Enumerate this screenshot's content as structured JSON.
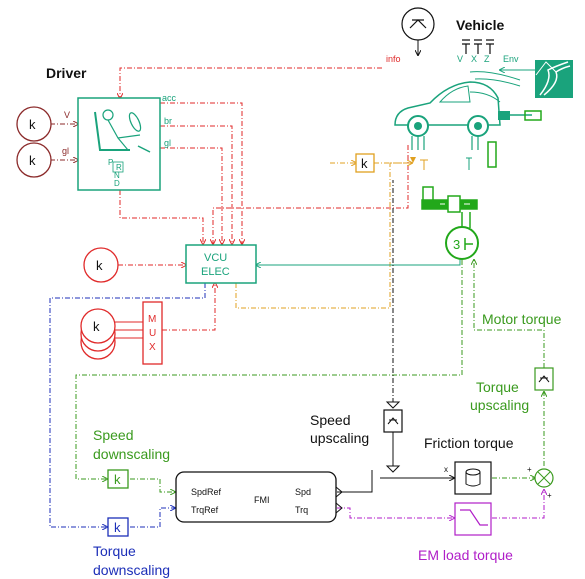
{
  "labels": {
    "driver": "Driver",
    "vehicle": "Vehicle",
    "info": "info",
    "env": "Env",
    "vehicle_ports": [
      "V",
      "X",
      "Z"
    ],
    "motor_torque": "Motor torque",
    "torque_upscaling": [
      "Torque",
      "upscaling"
    ],
    "speed_upscaling": [
      "Speed",
      "upscaling"
    ],
    "friction_torque": "Friction torque",
    "speed_downscaling": [
      "Speed",
      "downscaling"
    ],
    "torque_downscaling": [
      "Torque",
      "downscaling"
    ],
    "em_load_torque": "EM load torque",
    "vcu": [
      "VCU",
      "ELEC"
    ],
    "mux": [
      "M",
      "U",
      "X"
    ],
    "k": "k",
    "driver_ports": [
      "acc",
      "br",
      "gl"
    ],
    "driver_inputs": [
      "V",
      "gl"
    ],
    "gear": [
      "P",
      "R",
      "N",
      "D"
    ],
    "fmi": {
      "title": "FMI",
      "in_ports": [
        "SpdRef",
        "TrqRef"
      ],
      "out_ports": [
        "Spd",
        "Trq"
      ]
    },
    "friction_x": "x",
    "plus": "+"
  },
  "colors": {
    "teal": "#1aa37c",
    "green": "#3a9a1e",
    "bright_green": "#22a81a",
    "red": "#e02a2a",
    "dark_red": "#8b2a2a",
    "orange": "#e0a020",
    "blue": "#1c2fb8",
    "magenta": "#b01ec8",
    "black": "#111111"
  }
}
